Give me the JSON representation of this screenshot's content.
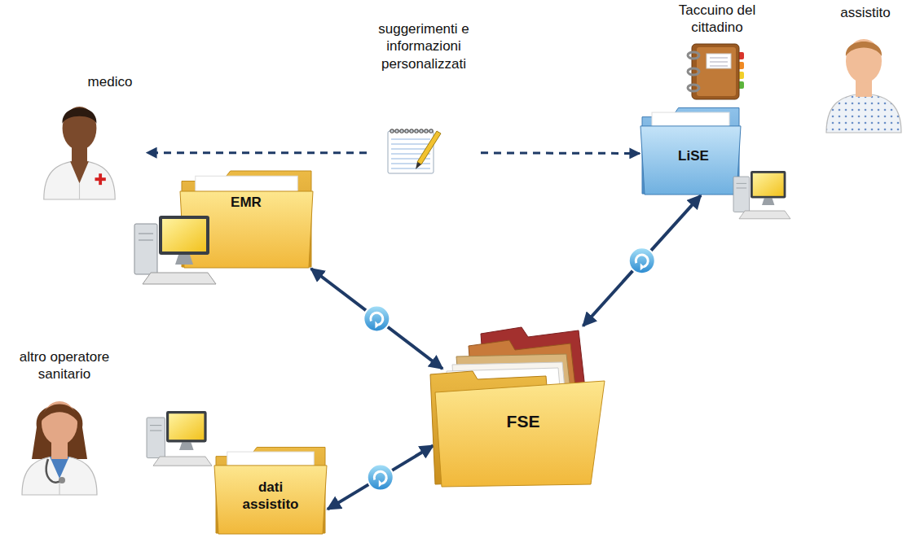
{
  "diagram": {
    "nodes": [
      {
        "text": [
          "medico"
        ]
      },
      {
        "text": [
          "suggerimenti e informazioni personalizzati"
        ]
      },
      {
        "text": [
          "Taccuino del cittadino"
        ]
      },
      {
        "text": [
          "assistito"
        ]
      },
      {
        "text": [
          "LiSE"
        ]
      },
      {
        "text": [
          "EMR"
        ]
      },
      {
        "text": [
          "altro operatore sanitario"
        ]
      },
      {
        "text": [
          "FSE"
        ]
      },
      {
        "text": [
          "dati assistito"
        ]
      }
    ],
    "edges": [
      {
        "from": 1,
        "to": 0,
        "arrow": "to"
      },
      {
        "from": 1,
        "to": 4,
        "arrow": "to"
      },
      {
        "from": 5,
        "to": 7,
        "arrow": "both"
      },
      {
        "from": 7,
        "to": 4,
        "arrow": "both"
      },
      {
        "from": 8,
        "to": 7,
        "arrow": "both"
      }
    ]
  }
}
